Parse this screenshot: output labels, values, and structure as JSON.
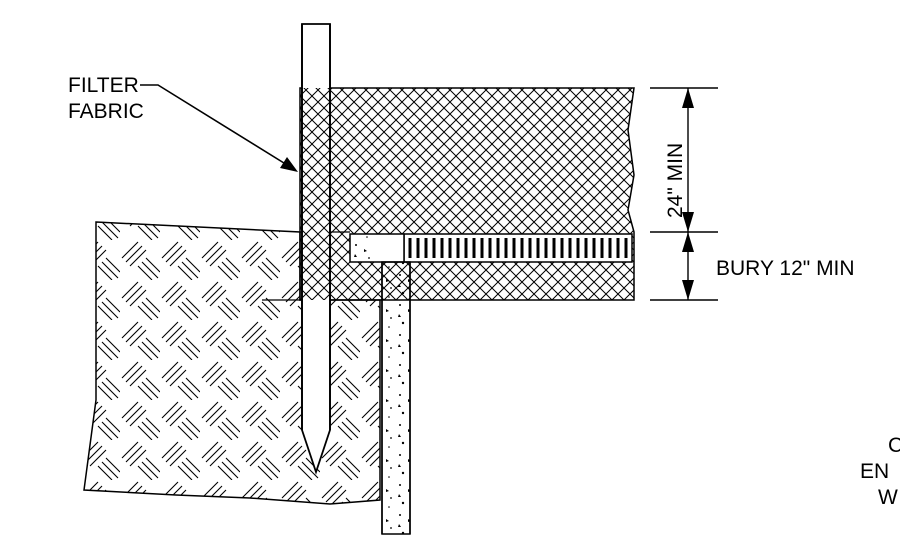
{
  "labels": {
    "filter_fabric_line1": "FILTER",
    "filter_fabric_line2": "FABRIC",
    "height_dimension": "24\" MIN",
    "bury_dimension": "BURY 12\" MIN",
    "cutoff_line1": "C",
    "cutoff_line2": "EN",
    "cutoff_line3": "W"
  },
  "colors": {
    "ink": "#000000",
    "paper": "#ffffff"
  }
}
